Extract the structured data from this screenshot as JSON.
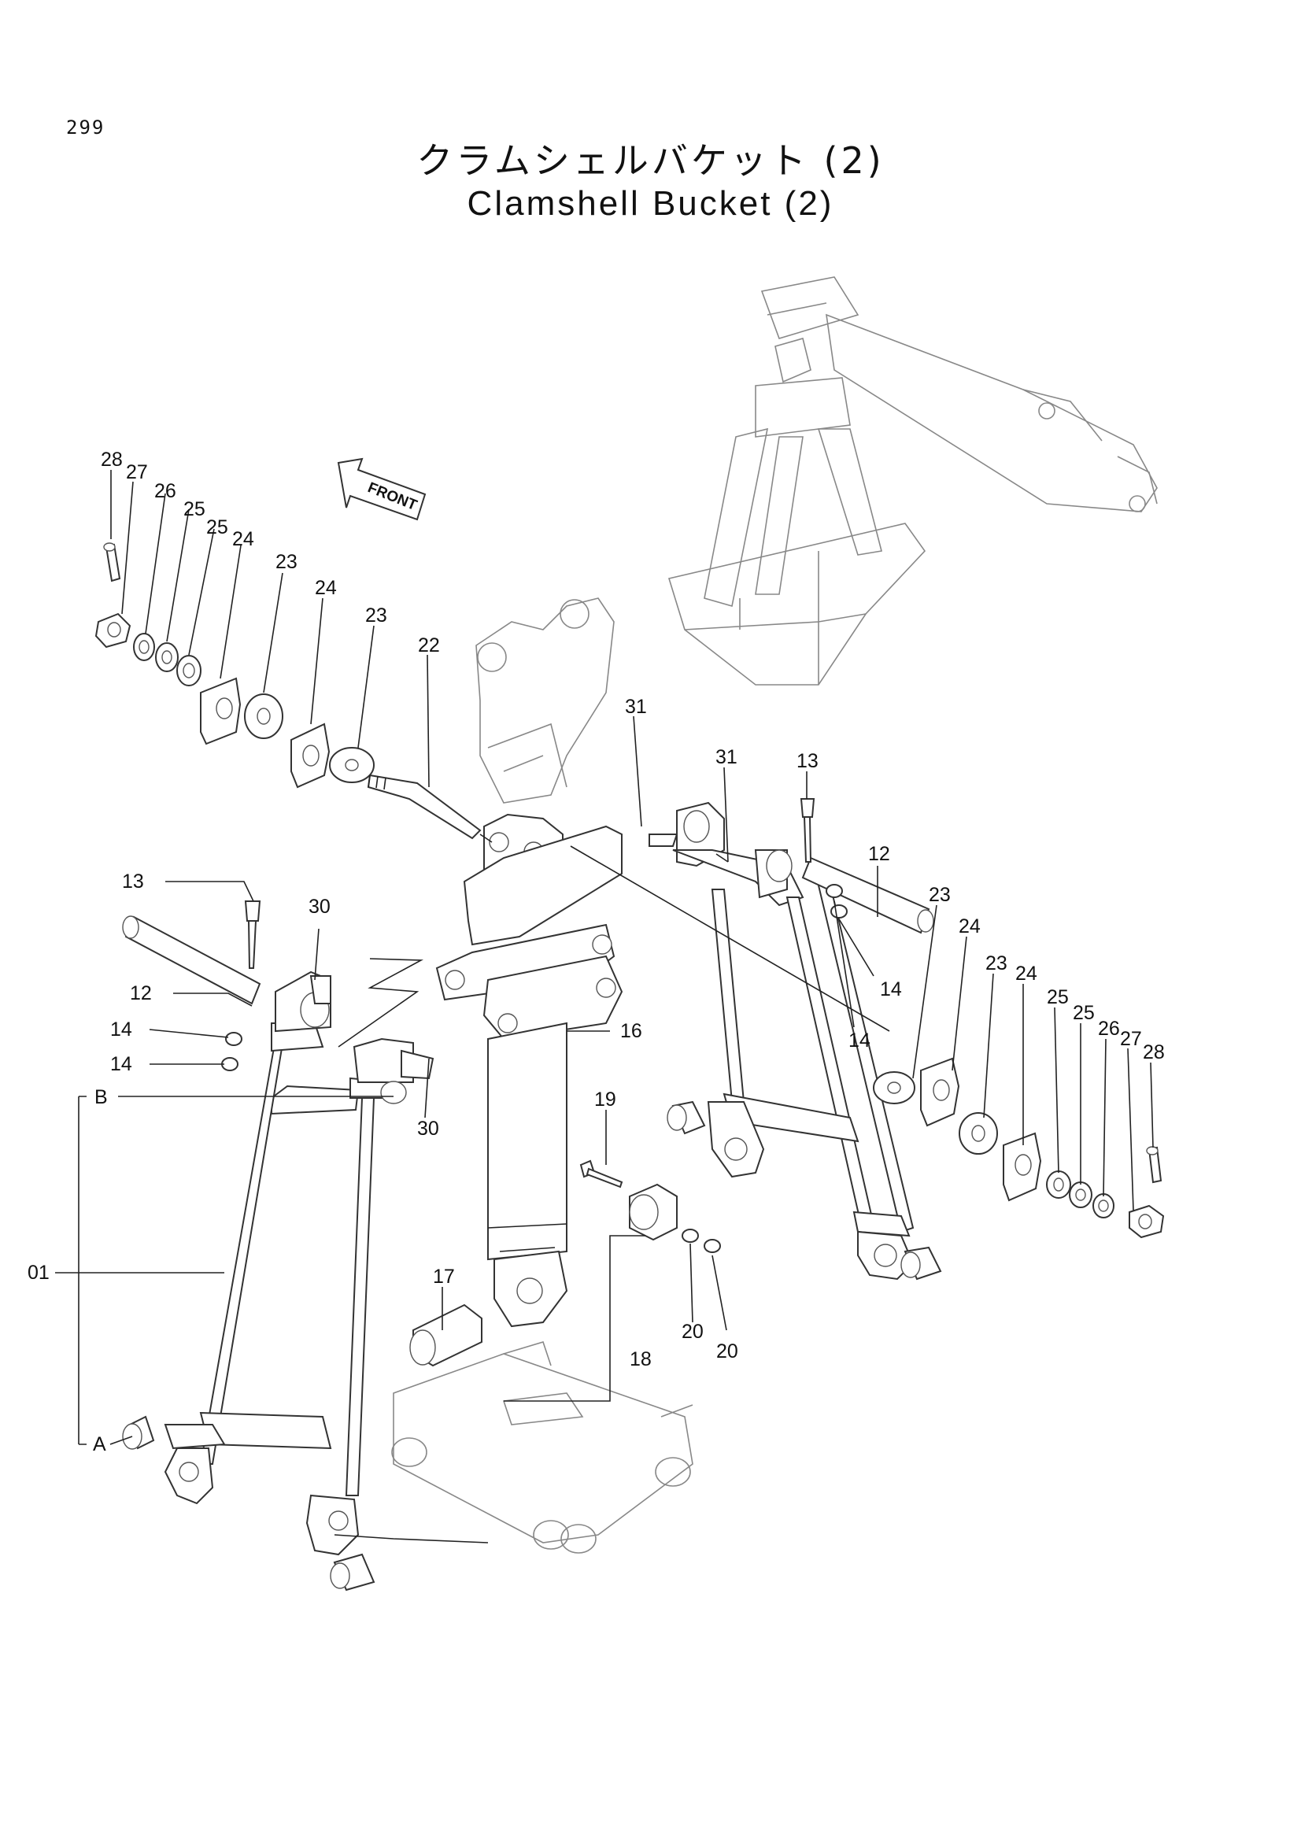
{
  "page_number": "299",
  "title_jp": "クラムシェルバケット (2)",
  "title_en": "Clamshell Bucket (2)",
  "front_label": "FRONT",
  "callouts": {
    "c28a": "28",
    "c27a": "27",
    "c26a": "26",
    "c25a": "25",
    "c25b": "25",
    "c24a": "24",
    "c23a": "23",
    "c24b": "24",
    "c23b": "23",
    "c22": "22",
    "c31a": "31",
    "c31b": "31",
    "c13a": "13",
    "c12a": "12",
    "c23c": "23",
    "c24c": "24",
    "c23d": "23",
    "c24d": "24",
    "c25c": "25",
    "c25d": "25",
    "c26b": "26",
    "c27b": "27",
    "c28b": "28",
    "c14a": "14",
    "c14b": "14",
    "c13b": "13",
    "c30a": "30",
    "c12b": "12",
    "c14c": "14",
    "c14d": "14",
    "cB": "B",
    "c30b": "30",
    "c16": "16",
    "c19": "19",
    "c01": "01",
    "c17": "17",
    "c18": "18",
    "c20a": "20",
    "c20b": "20",
    "cA": "A"
  }
}
